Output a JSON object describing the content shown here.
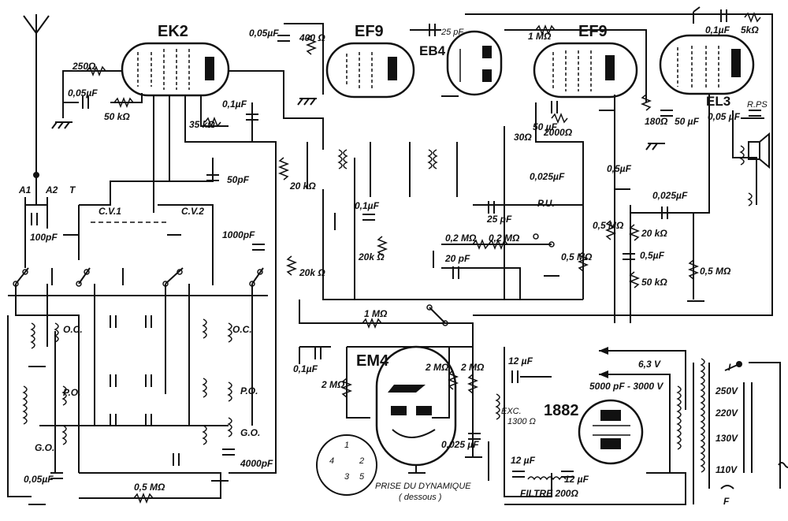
{
  "tubes": {
    "ek2": "EK2",
    "ef9a": "EF9",
    "eb4": "EB4",
    "ef9b": "EF9",
    "el3": "EL3",
    "em4": "EM4",
    "rect": "1882"
  },
  "labels": {
    "r250": "250Ω",
    "c005a": "0,05µF",
    "r50k": "50 kΩ",
    "r35k": "35 kΩ",
    "c01a": "0,1µF",
    "c005b": "0,05µF",
    "r400": "400 Ω",
    "c25p": "25 pF",
    "r1m_top": "1 MΩ",
    "c01_top": "0,1µF",
    "r5k": "5kΩ",
    "c50pf": "50pF",
    "cv1": "C.V.1",
    "cv2": "C.V.2",
    "a1": "A1",
    "a2": "A2",
    "t": "T",
    "c100p": "100pF",
    "c1000p": "1000pF",
    "r20k_a": "20 kΩ",
    "r20k_b": "20k Ω",
    "r20k_c": "20k Ω",
    "c01b": "0,1µF",
    "c50uf_a": "50 µF",
    "r2000": "2000Ω",
    "r30": "30Ω",
    "r180": "180Ω",
    "c50uf_b": "50 µF",
    "c05uf": "0,5µF",
    "rps": "R.PS",
    "c005c": "0,05 µF",
    "c0025a": "0,025µF",
    "c25p_b": "25 pF",
    "pu": "P.U.",
    "r02a": "0,2 MΩ",
    "r02b": "0,2 MΩ",
    "c20p": "20 pF",
    "r05a": "0,5 MΩ",
    "c0025b": "0,025µF",
    "r05b": "0,5 MΩ",
    "r20k_d": "20 kΩ",
    "c05uf_b": "0,5µF",
    "r50k_b": "50 kΩ",
    "r05c": "0,5 MΩ",
    "oc1": "O.C.",
    "oc2": "O.C.",
    "po1": "P.O.",
    "po2": "P.O.",
    "go1": "G.O.",
    "go2": "G.O.",
    "c4000p": "4000pF",
    "c005d": "0,05µF",
    "r05d": "0,5 MΩ",
    "r1m_mid": "1 MΩ",
    "c01c": "0,1µF",
    "r2m_a": "2 MΩ",
    "r2m_b": "2 MΩ",
    "r2m_c": "2 MΩ",
    "c0025c": "0,025 µF",
    "c12a": "12 µF",
    "exc": "EXC.",
    "exc_val": "1300 Ω",
    "v63": "6,3 V",
    "c5000": "5000 pF - 3000 V",
    "v250": "250V",
    "v220": "220V",
    "v130": "130V",
    "v110": "110V",
    "sw": "I",
    "fuse": "F",
    "c12b": "12 µF",
    "c12c": "12 µF",
    "filtre": "FILTRE 200Ω",
    "prise": "PRISE DU DYNAMIQUE",
    "dessous": "( dessous )",
    "p1": "1",
    "p2": "2",
    "p3": "3",
    "p4": "4",
    "p5": "5"
  }
}
